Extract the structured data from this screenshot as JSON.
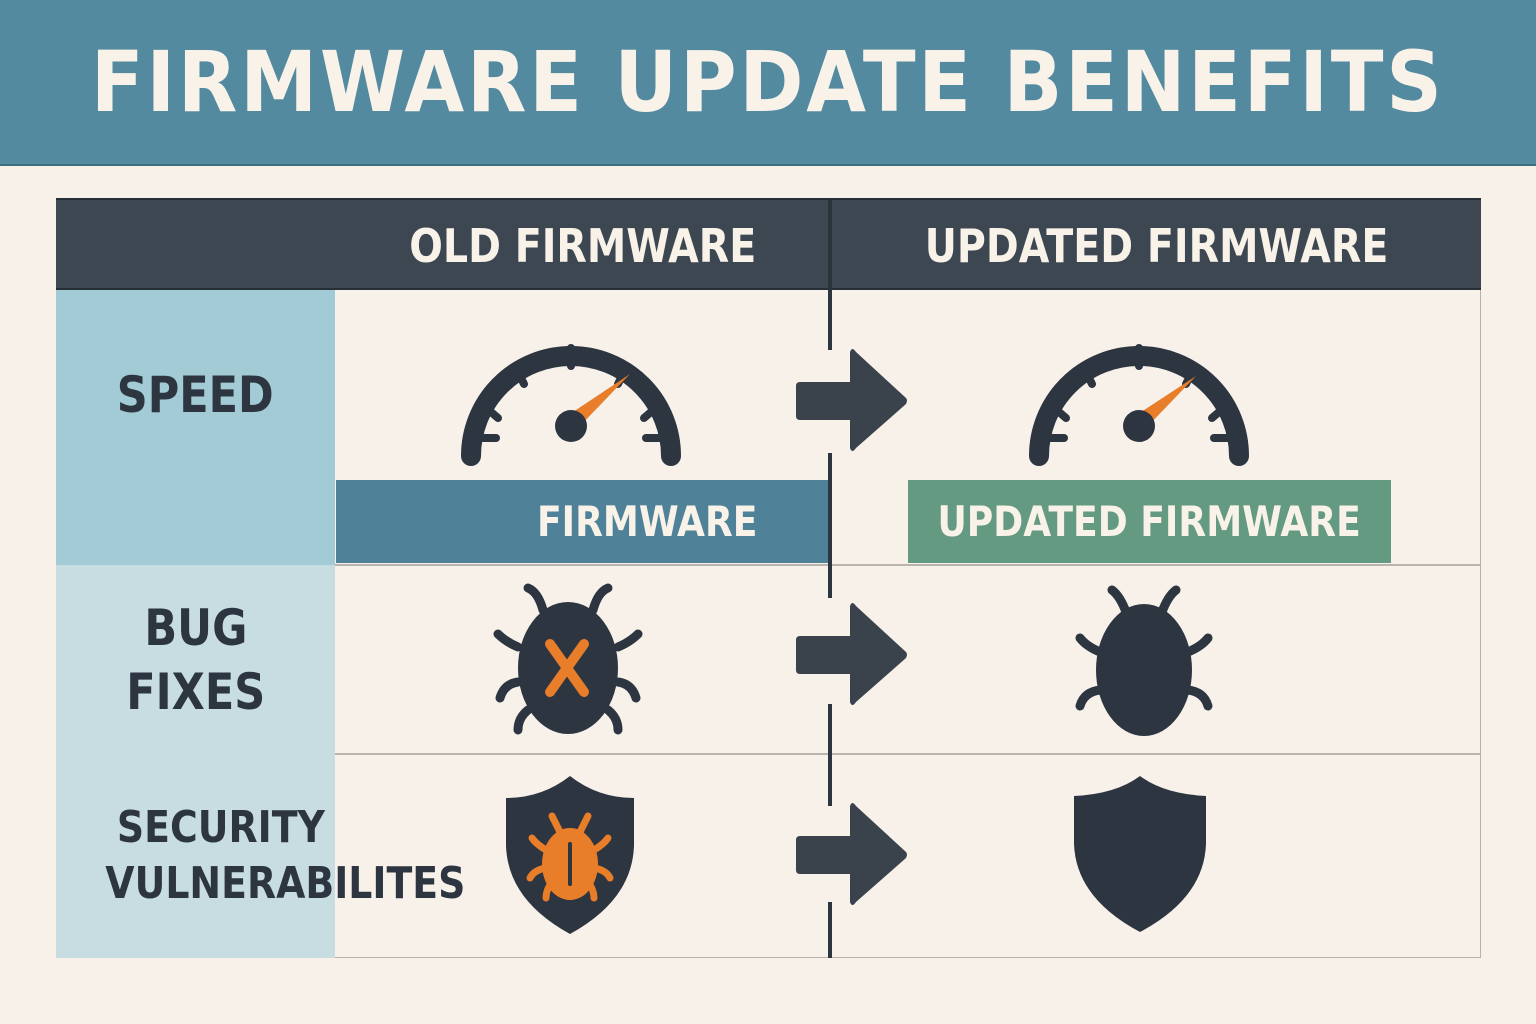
{
  "title": "FIRMWARE UPDATE BENEFITS",
  "colors": {
    "title_bar": "#548aa0",
    "header_bg": "#3d4751",
    "speed_label_bg": "#a3cbd6",
    "other_label_bg": "#c8dde2",
    "old_bar": "#4f8299",
    "updated_bar": "#659a82",
    "accent_orange": "#e87d2a",
    "icon_dark": "#2c3540",
    "background": "#f7f1ea"
  },
  "table": {
    "columns": [
      "OLD FIRMWARE",
      "UPDATED FIRMWARE"
    ],
    "rows": [
      {
        "label_lines": [
          "SPEED"
        ],
        "old_icon": "speedometer-icon",
        "updated_icon": "speedometer-icon",
        "old_bar_label": "FIRMWARE",
        "updated_bar_label": "UPDATED FIRMWARE"
      },
      {
        "label_lines": [
          "BUG",
          "FIXES"
        ],
        "old_icon": "bug-with-x-icon",
        "updated_icon": "bug-icon"
      },
      {
        "label_lines": [
          "SECURITY",
          "VULNERABILITES"
        ],
        "old_icon": "shield-with-bug-icon",
        "updated_icon": "shield-icon"
      }
    ],
    "transition_icon": "arrow-right-icon"
  }
}
